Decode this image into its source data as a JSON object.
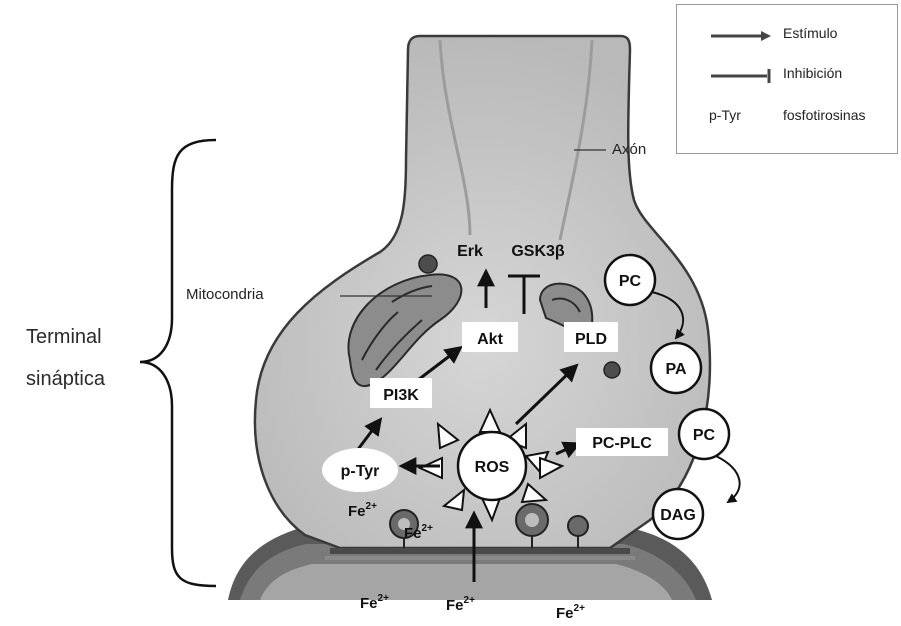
{
  "labels": {
    "terminal_line1": "Terminal",
    "terminal_line2": "sináptica",
    "mitocondria": "Mitocondria",
    "axon": "Axón"
  },
  "legend": {
    "stimulus": "Estímulo",
    "inhibition": "Inhibición",
    "ptyr_symbol": "p-Tyr",
    "ptyr_desc": "fosfotirosinas"
  },
  "nodes": {
    "erk": "Erk",
    "gsk3b": "GSK3β",
    "akt": "Akt",
    "pld": "PLD",
    "pi3k": "PI3K",
    "ptyr": "p-Tyr",
    "ros": "ROS",
    "pcplc": "PC-PLC",
    "pc_top": "PC",
    "pa": "PA",
    "pc_bottom": "PC",
    "dag": "DAG"
  },
  "iron": {
    "fe_inside_left": "Fe",
    "fe_inside_left_sup": "2+",
    "fe_inside_mid": "Fe",
    "fe_inside_mid_sup": "2+",
    "fe_bottom_1": "Fe",
    "fe_bottom_1_sup": "2+",
    "fe_bottom_2": "Fe",
    "fe_bottom_2_sup": "2+",
    "fe_bottom_3": "Fe",
    "fe_bottom_3_sup": "2+"
  },
  "colors": {
    "cytoplasm": "#c9c9c9",
    "membrane": "#3a3a3a",
    "node_fill": "#ffffff",
    "arrow": "#111111"
  }
}
